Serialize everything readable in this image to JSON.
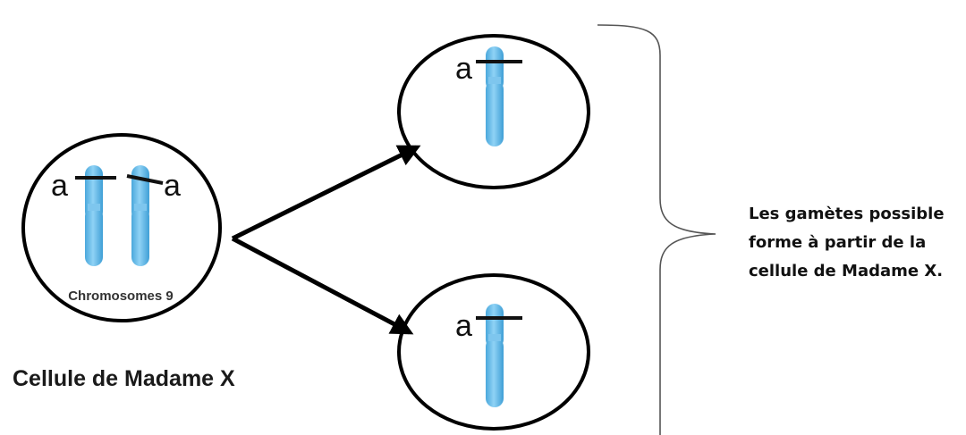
{
  "mother_cell": {
    "alleles": [
      "a",
      "a"
    ],
    "chromosome_caption": "Chromosomes 9",
    "caption": "Cellule de Madame X"
  },
  "gametes": [
    {
      "allele": "a"
    },
    {
      "allele": "a"
    }
  ],
  "bracket_note": {
    "lines": [
      "Les gamètes possible",
      "forme à partir de la",
      "cellule de Madame X."
    ]
  },
  "colors": {
    "chromosome": "#5bb8ea",
    "outline": "#000000",
    "bracket": "#555555"
  }
}
